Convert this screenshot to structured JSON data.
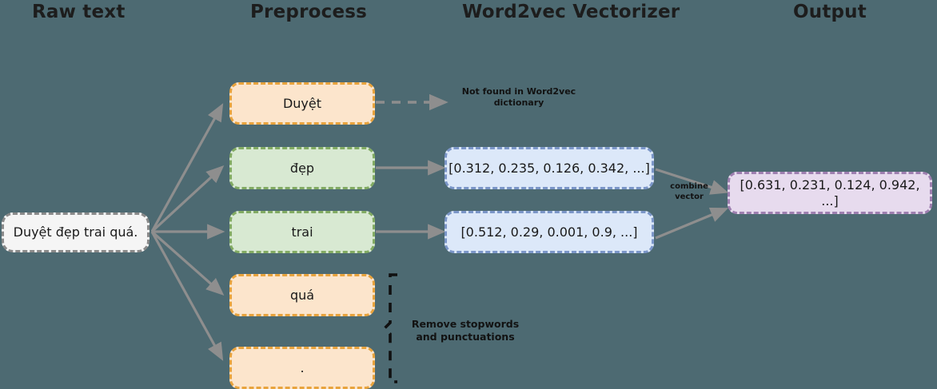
{
  "diagram": {
    "background_color": "#4d6a72",
    "arrow_color": "#8e8e8e",
    "brace_color": "#111111"
  },
  "columns": [
    {
      "id": "raw-text",
      "label": "Raw text"
    },
    {
      "id": "preprocess",
      "label": "Preprocess"
    },
    {
      "id": "word2vec-vectorizer",
      "label": "Word2vec Vectorizer"
    },
    {
      "id": "output",
      "label": "Output"
    }
  ],
  "raw_text": {
    "label": "Duyệt đẹp trai quá."
  },
  "tokens": [
    {
      "id": "duyet",
      "label": "Duyệt",
      "style": "token-stop",
      "fill": "#fce5cc",
      "border": "#e8a33d"
    },
    {
      "id": "dep",
      "label": "đẹp",
      "style": "token-keep",
      "fill": "#d8e9d2",
      "border": "#82ab63"
    },
    {
      "id": "trai",
      "label": "trai",
      "style": "token-keep",
      "fill": "#d8e9d2",
      "border": "#82ab63"
    },
    {
      "id": "qua",
      "label": "quá",
      "style": "token-stop",
      "fill": "#fce5cc",
      "border": "#e8a33d"
    },
    {
      "id": "period",
      "label": ".",
      "style": "token-stop",
      "fill": "#fce5cc",
      "border": "#e8a33d"
    }
  ],
  "vectors": [
    {
      "id": "vector-dep",
      "label": "[0.312, 0.235, 0.126, 0.342, ...]",
      "values": [
        0.312,
        0.235,
        0.126,
        0.342
      ]
    },
    {
      "id": "vector-trai",
      "label": "[0.512, 0.29, 0.001, 0.9, ...]",
      "values": [
        0.512,
        0.29,
        0.001,
        0.9
      ]
    }
  ],
  "output": {
    "id": "output-vector",
    "label": "[0.631, 0.231, 0.124, 0.942, ...]",
    "values": [
      0.631,
      0.231,
      0.124,
      0.942
    ]
  },
  "annotations": {
    "not_found": "Not found in Word2vec\ndictionary",
    "not_found_line1": "Not found in Word2vec",
    "not_found_line2": "dictionary",
    "combine_line1": "combine",
    "combine_line2": "vector",
    "remove_line1": "Remove stopwords",
    "remove_line2": "and punctuations"
  }
}
